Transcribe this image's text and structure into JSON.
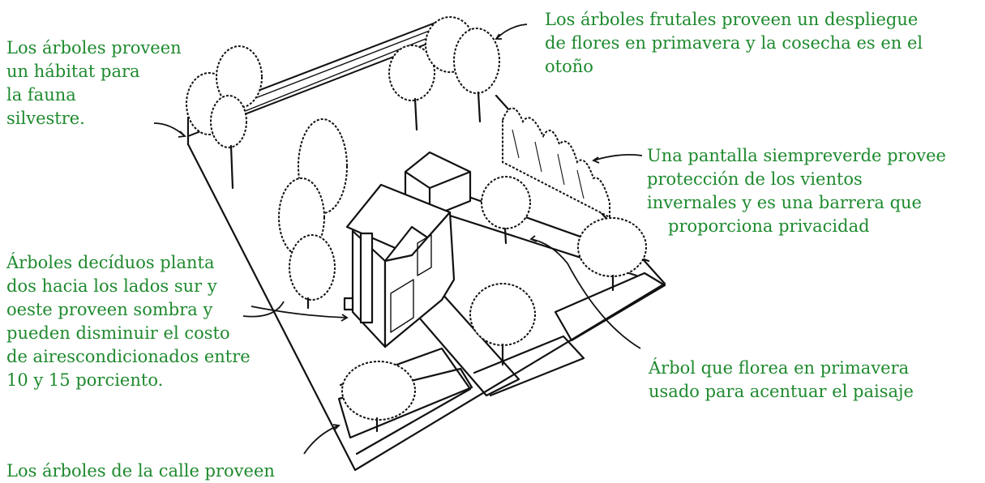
{
  "labels": {
    "wildlife": [
      "Los árboles proveen",
      "un hábitat para",
      "la fauna",
      "silvestre."
    ],
    "fruit": [
      "Los árboles frutales proveen un despliegue",
      "de flores en primavera y la cosecha es en el",
      "otoño"
    ],
    "evergreen": [
      "Una pantalla siempreverde provee",
      "protección de los vientos",
      "invernales y es una barrera que",
      "proporciona privacidad"
    ],
    "deciduous": [
      "Árboles decíduos planta",
      "dos hacia los lados sur y",
      "oeste proveen sombra y",
      "pueden disminuir el costo",
      "de airescondicionados entre",
      "10 y 15 porciento."
    ],
    "flowering": [
      "Árbol que florea en primavera",
      "usado para acentuar el paisaje"
    ],
    "street": [
      "Los árboles de la calle proveen"
    ]
  },
  "colors": {
    "text": "#1e8a2e",
    "ink": "#111111"
  }
}
